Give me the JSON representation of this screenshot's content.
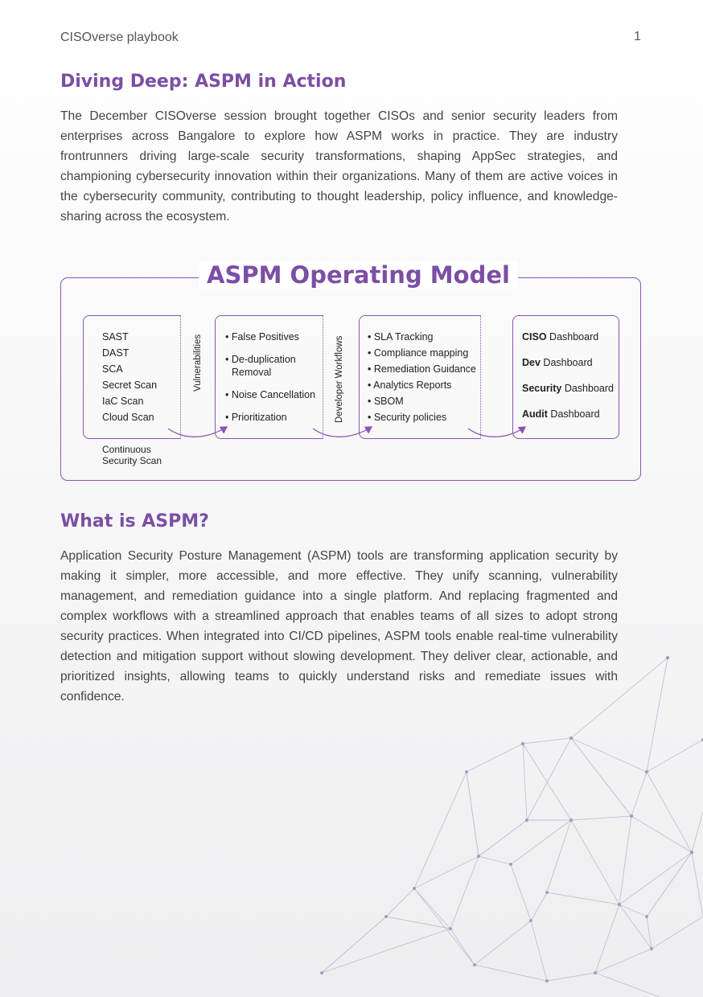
{
  "header": {
    "title": "CISOverse playbook",
    "page_number": "1"
  },
  "section1": {
    "heading": "Diving Deep: ASPM in Action",
    "paragraph": "The December CISOverse session brought together CISOs and senior security leaders from enterprises across Bangalore to explore how ASPM works in practice. They are industry frontrunners driving large-scale security transformations, shaping AppSec strategies, and championing cybersecurity innovation within their organizations. Many of them are active voices in the cybersecurity community, contributing to thought leadership, policy influence, and knowledge-sharing across the ecosystem."
  },
  "diagram": {
    "title": "ASPM Operating Model",
    "scan_box": {
      "items": [
        "SAST",
        "DAST",
        "SCA",
        "Secret Scan",
        "IaC Scan",
        "Cloud Scan"
      ],
      "caption_line1": "Continuous",
      "caption_line2": "Security Scan"
    },
    "label_vulnerabilities": "Vulnerabilities",
    "vuln_box": {
      "items": [
        "• False Positives",
        "• De-duplication",
        "Removal",
        "• Noise Cancellation",
        "• Prioritization"
      ]
    },
    "label_workflows": "Developer Workflows",
    "workflow_box": {
      "items": [
        "• SLA Tracking",
        "• Compliance mapping",
        "• Remediation Guidance",
        "• Analytics Reports",
        "• SBOM",
        "• Security policies"
      ]
    },
    "dashboard_box": {
      "items": [
        {
          "bold": "CISO",
          "rest": " Dashboard"
        },
        {
          "bold": "Dev",
          "rest": " Dashboard"
        },
        {
          "bold": "Security",
          "rest": " Dashboard"
        },
        {
          "bold": "Audit",
          "rest": " Dashboard"
        }
      ]
    },
    "accent_color": "#7b4fa4"
  },
  "section2": {
    "heading": "What is ASPM?",
    "paragraph": "Application Security Posture Management (ASPM) tools are transforming application security by making it simpler, more accessible, and more effective. They unify scanning, vulnerability management, and remediation guidance into a single platform. And replacing fragmented and complex workflows with a streamlined approach that enables teams of all sizes to adopt strong security practices. When integrated into CI/CD pipelines, ASPM tools enable real-time vulnerability detection and mitigation support without slowing development. They deliver clear, actionable, and prioritized insights, allowing teams to quickly understand risks and remediate issues with confidence."
  }
}
